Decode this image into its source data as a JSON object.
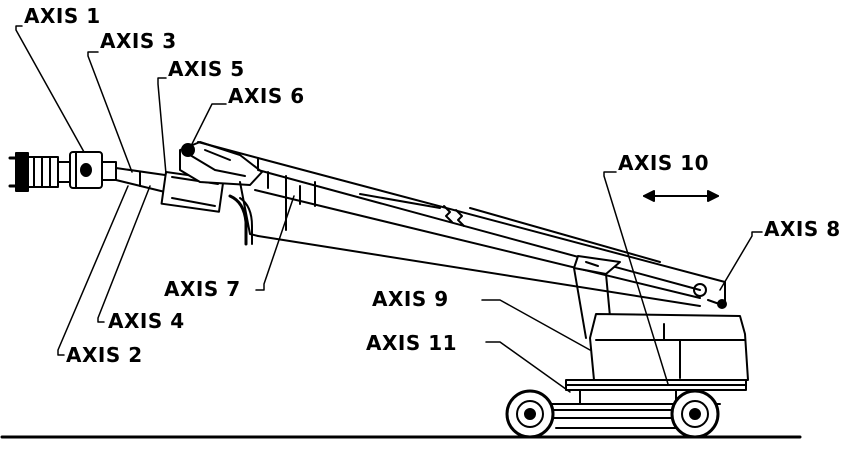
{
  "labels": {
    "axis1": "AXIS 1",
    "axis2": "AXIS 2",
    "axis3": "AXIS 3",
    "axis4": "AXIS 4",
    "axis5": "AXIS 5",
    "axis6": "AXIS 6",
    "axis7": "AXIS 7",
    "axis8": "AXIS 8",
    "axis9": "AXIS 9",
    "axis10": "AXIS 10",
    "axis11": "AXIS 11"
  },
  "colors": {
    "ink": "#000000",
    "paper": "#ffffff"
  }
}
